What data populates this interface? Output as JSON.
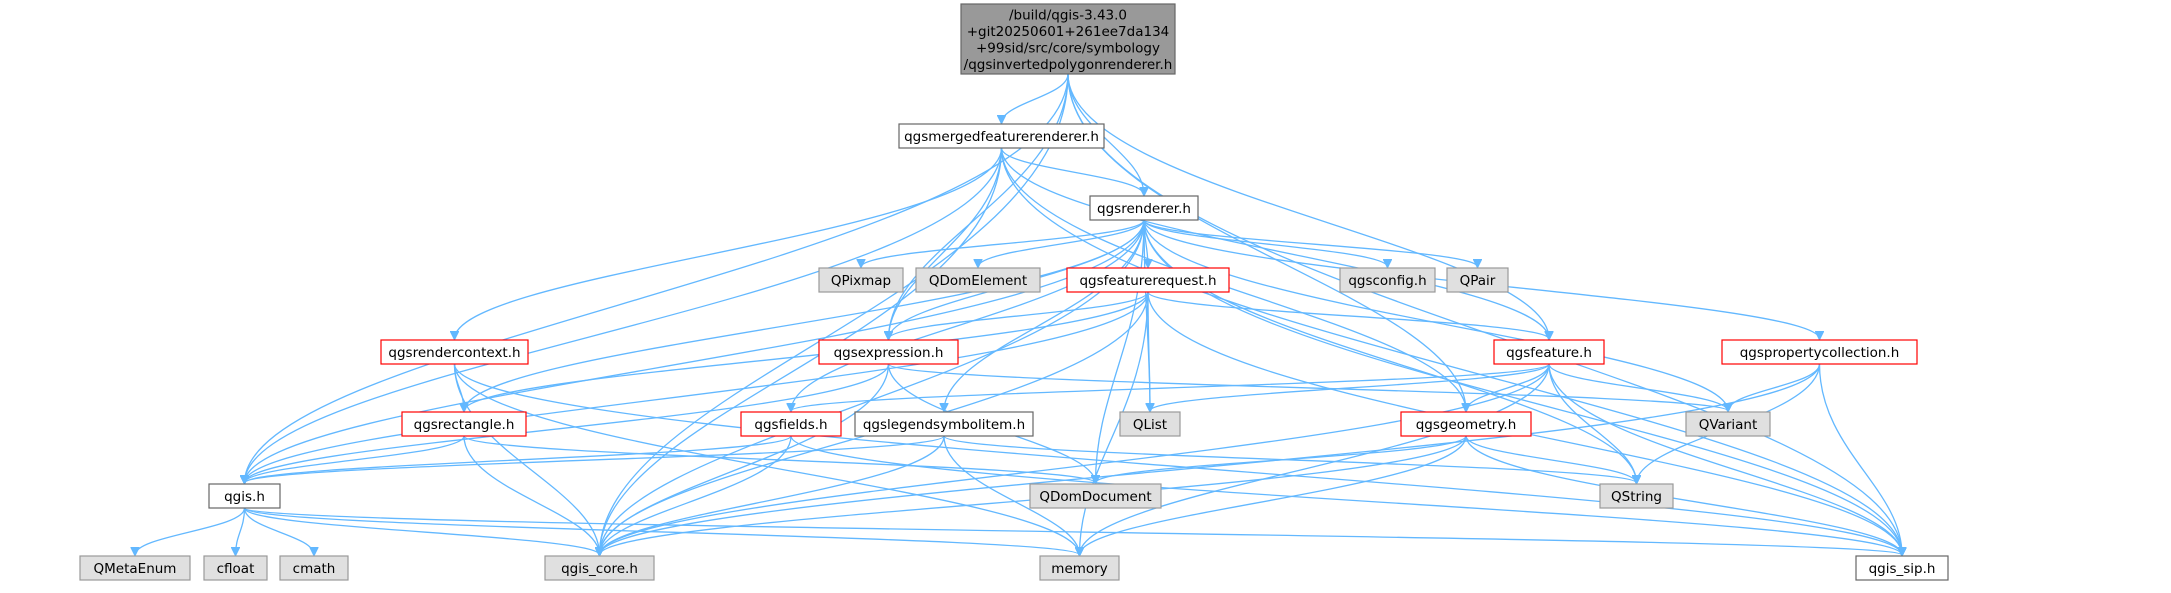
{
  "graph": {
    "type": "include-dependency-graph",
    "colors": {
      "edge": "#63b8ff",
      "main_fill": "#999999",
      "main_stroke": "#666666",
      "documented_stroke": "#666666",
      "red_stroke": "#ff0000",
      "external_fill": "#e0e0e0",
      "external_stroke": "#999999"
    },
    "nodes": [
      {
        "id": "main",
        "kind": "main",
        "lines": [
          "/build/qgis-3.43.0",
          "+git20250601+261ee7da134",
          "+99sid/src/core/symbology",
          "/qgsinvertedpolygonrenderer.h"
        ]
      },
      {
        "id": "merged",
        "kind": "plain",
        "lines": [
          "qgsmergedfeaturerenderer.h"
        ]
      },
      {
        "id": "renderer",
        "kind": "plain",
        "lines": [
          "qgsrenderer.h"
        ]
      },
      {
        "id": "qpixmap",
        "kind": "ext",
        "lines": [
          "QPixmap"
        ]
      },
      {
        "id": "qdomelement",
        "kind": "ext",
        "lines": [
          "QDomElement"
        ]
      },
      {
        "id": "featurerequest",
        "kind": "red",
        "lines": [
          "qgsfeaturerequest.h"
        ]
      },
      {
        "id": "qgsconfig",
        "kind": "ext",
        "lines": [
          "qgsconfig.h"
        ]
      },
      {
        "id": "qpair",
        "kind": "ext",
        "lines": [
          "QPair"
        ]
      },
      {
        "id": "rendercontext",
        "kind": "red",
        "lines": [
          "qgsrendercontext.h"
        ]
      },
      {
        "id": "expression",
        "kind": "red",
        "lines": [
          "qgsexpression.h"
        ]
      },
      {
        "id": "feature",
        "kind": "red",
        "lines": [
          "qgsfeature.h"
        ]
      },
      {
        "id": "propcollection",
        "kind": "red",
        "lines": [
          "qgspropertycollection.h"
        ]
      },
      {
        "id": "rectangle",
        "kind": "red",
        "lines": [
          "qgsrectangle.h"
        ]
      },
      {
        "id": "fields",
        "kind": "red",
        "lines": [
          "qgsfields.h"
        ]
      },
      {
        "id": "legendsymbol",
        "kind": "plain",
        "lines": [
          "qgslegendsymbolitem.h"
        ]
      },
      {
        "id": "qlist",
        "kind": "ext",
        "lines": [
          "QList"
        ]
      },
      {
        "id": "geometry",
        "kind": "red",
        "lines": [
          "qgsgeometry.h"
        ]
      },
      {
        "id": "qvariant",
        "kind": "ext",
        "lines": [
          "QVariant"
        ]
      },
      {
        "id": "qgis",
        "kind": "plain",
        "lines": [
          "qgis.h"
        ]
      },
      {
        "id": "qdomdocument",
        "kind": "ext",
        "lines": [
          "QDomDocument"
        ]
      },
      {
        "id": "qstring",
        "kind": "ext",
        "lines": [
          "QString"
        ]
      },
      {
        "id": "qmetaenum",
        "kind": "ext",
        "lines": [
          "QMetaEnum"
        ]
      },
      {
        "id": "cfloat",
        "kind": "ext",
        "lines": [
          "cfloat"
        ]
      },
      {
        "id": "cmath",
        "kind": "ext",
        "lines": [
          "cmath"
        ]
      },
      {
        "id": "qgiscore",
        "kind": "ext",
        "lines": [
          "qgis_core.h"
        ]
      },
      {
        "id": "memory",
        "kind": "ext",
        "lines": [
          "memory"
        ]
      },
      {
        "id": "qgissip",
        "kind": "plain",
        "lines": [
          "qgis_sip.h"
        ]
      }
    ],
    "edges": [
      [
        "main",
        "merged"
      ],
      [
        "main",
        "renderer"
      ],
      [
        "main",
        "expression"
      ],
      [
        "main",
        "feature"
      ],
      [
        "main",
        "geometry"
      ],
      [
        "main",
        "qgis"
      ],
      [
        "main",
        "qgiscore"
      ],
      [
        "main",
        "qgissip"
      ],
      [
        "merged",
        "renderer"
      ],
      [
        "merged",
        "rendercontext"
      ],
      [
        "merged",
        "expression"
      ],
      [
        "merged",
        "feature"
      ],
      [
        "merged",
        "geometry"
      ],
      [
        "merged",
        "qgis"
      ],
      [
        "merged",
        "qgiscore"
      ],
      [
        "merged",
        "qgissip"
      ],
      [
        "renderer",
        "qpixmap"
      ],
      [
        "renderer",
        "qdomelement"
      ],
      [
        "renderer",
        "featurerequest"
      ],
      [
        "renderer",
        "qgsconfig"
      ],
      [
        "renderer",
        "qpair"
      ],
      [
        "renderer",
        "expression"
      ],
      [
        "renderer",
        "fields"
      ],
      [
        "renderer",
        "legendsymbol"
      ],
      [
        "renderer",
        "qlist"
      ],
      [
        "renderer",
        "qvariant"
      ],
      [
        "renderer",
        "propcollection"
      ],
      [
        "renderer",
        "rectangle"
      ],
      [
        "renderer",
        "qgis"
      ],
      [
        "renderer",
        "qgiscore"
      ],
      [
        "renderer",
        "qdomdocument"
      ],
      [
        "renderer",
        "qstring"
      ],
      [
        "renderer",
        "qgissip"
      ],
      [
        "featurerequest",
        "expression"
      ],
      [
        "featurerequest",
        "feature"
      ],
      [
        "featurerequest",
        "rectangle"
      ],
      [
        "featurerequest",
        "qlist"
      ],
      [
        "featurerequest",
        "qgis"
      ],
      [
        "featurerequest",
        "qgiscore"
      ],
      [
        "featurerequest",
        "memory"
      ],
      [
        "featurerequest",
        "qgissip"
      ],
      [
        "rendercontext",
        "rectangle"
      ],
      [
        "rendercontext",
        "qgiscore"
      ],
      [
        "rendercontext",
        "memory"
      ],
      [
        "rendercontext",
        "qgissip"
      ],
      [
        "expression",
        "qgis"
      ],
      [
        "expression",
        "qgiscore"
      ],
      [
        "expression",
        "qdomdocument"
      ],
      [
        "expression",
        "qvariant"
      ],
      [
        "feature",
        "fields"
      ],
      [
        "feature",
        "geometry"
      ],
      [
        "feature",
        "qlist"
      ],
      [
        "feature",
        "qvariant"
      ],
      [
        "feature",
        "qstring"
      ],
      [
        "feature",
        "qgiscore"
      ],
      [
        "feature",
        "memory"
      ],
      [
        "feature",
        "qgissip"
      ],
      [
        "propcollection",
        "qvariant"
      ],
      [
        "propcollection",
        "qstring"
      ],
      [
        "propcollection",
        "qgiscore"
      ],
      [
        "propcollection",
        "qgissip"
      ],
      [
        "rectangle",
        "qgis"
      ],
      [
        "rectangle",
        "qgiscore"
      ],
      [
        "rectangle",
        "qdomdocument"
      ],
      [
        "fields",
        "qgis"
      ],
      [
        "fields",
        "qgiscore"
      ],
      [
        "fields",
        "qgissip"
      ],
      [
        "legendsymbol",
        "qgis"
      ],
      [
        "legendsymbol",
        "qgiscore"
      ],
      [
        "legendsymbol",
        "memory"
      ],
      [
        "legendsymbol",
        "qstring"
      ],
      [
        "geometry",
        "qdomdocument"
      ],
      [
        "geometry",
        "qstring"
      ],
      [
        "geometry",
        "qgiscore"
      ],
      [
        "geometry",
        "memory"
      ],
      [
        "geometry",
        "qgissip"
      ],
      [
        "qgis",
        "qmetaenum"
      ],
      [
        "qgis",
        "cfloat"
      ],
      [
        "qgis",
        "cmath"
      ],
      [
        "qgis",
        "qgiscore"
      ],
      [
        "qgis",
        "memory"
      ],
      [
        "qgis",
        "qgissip"
      ]
    ]
  }
}
